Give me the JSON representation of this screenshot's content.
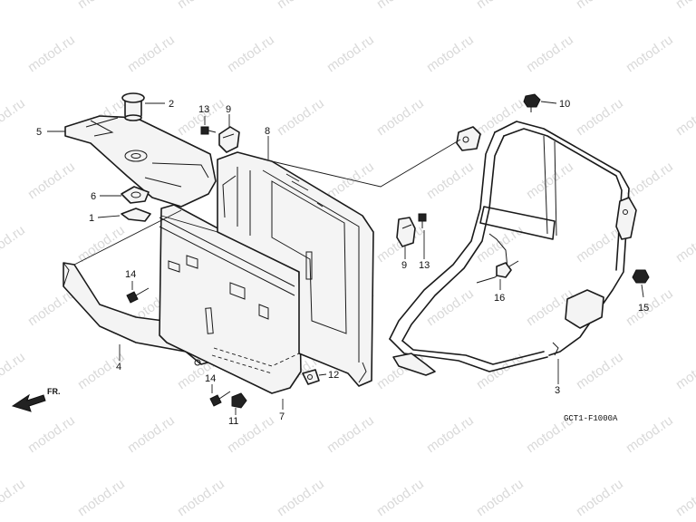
{
  "watermark": "motod.ru",
  "diagram_code": "GCT1-F1000A",
  "direction_label": "FR.",
  "callouts": [
    {
      "id": "c1",
      "label": "1"
    },
    {
      "id": "c2",
      "label": "2"
    },
    {
      "id": "c3",
      "label": "3"
    },
    {
      "id": "c4",
      "label": "4"
    },
    {
      "id": "c5",
      "label": "5"
    },
    {
      "id": "c6",
      "label": "6"
    },
    {
      "id": "c7",
      "label": "7"
    },
    {
      "id": "c8",
      "label": "8"
    },
    {
      "id": "c9a",
      "label": "9"
    },
    {
      "id": "c9b",
      "label": "9"
    },
    {
      "id": "c10",
      "label": "10"
    },
    {
      "id": "c11",
      "label": "11"
    },
    {
      "id": "c12",
      "label": "12"
    },
    {
      "id": "c13a",
      "label": "13"
    },
    {
      "id": "c13b",
      "label": "13"
    },
    {
      "id": "c14a",
      "label": "14"
    },
    {
      "id": "c14b",
      "label": "14"
    },
    {
      "id": "c15",
      "label": "15"
    },
    {
      "id": "c16",
      "label": "16"
    }
  ]
}
